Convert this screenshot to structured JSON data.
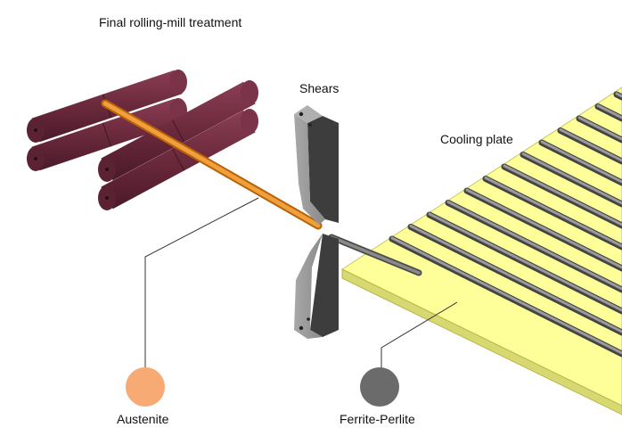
{
  "labels": {
    "title": "Final rolling-mill treatment",
    "shears": "Shears",
    "cooling_plate": "Cooling plate",
    "austenite": "Austenite",
    "ferrite_perlite": "Ferrite-Perlite"
  },
  "colors": {
    "roller": "#6e2b3e",
    "roller_dark": "#4a1a2a",
    "hot_bar": "#e98a1c",
    "cold_bar": "#808080",
    "cooling_plate": "#ffff99",
    "cooling_plate_edge": "#d8d870",
    "shear": "#8c8c8c",
    "shear_dark": "#3d3d3d",
    "austenite_marker": "#f7aa73",
    "ferrite_perlite_marker": "#6b6b6b"
  },
  "rollers": {
    "count": 4
  },
  "cooling_rods": {
    "count": 13
  }
}
